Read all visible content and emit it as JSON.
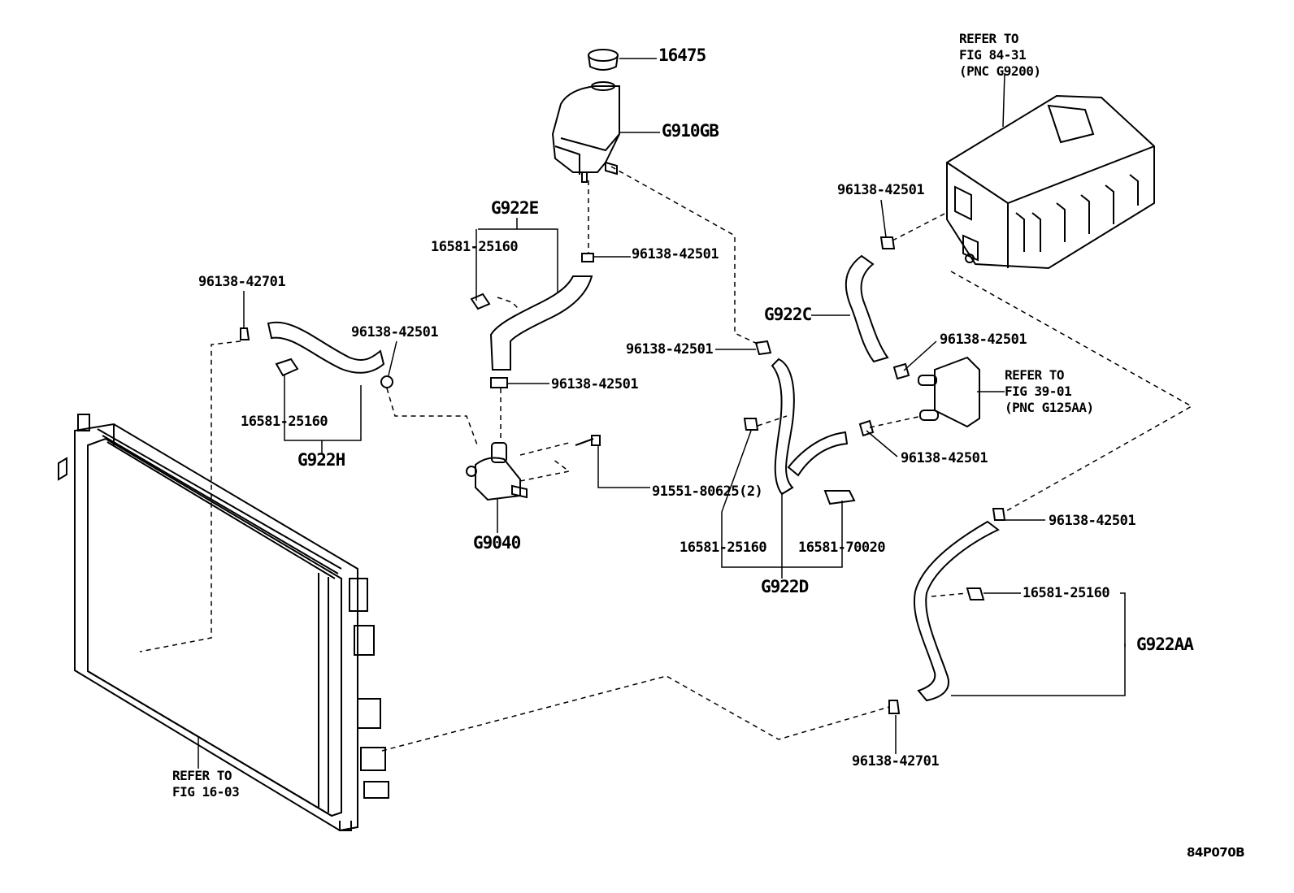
{
  "labels": {
    "l_16475": "16475",
    "l_g910gb": "G910GB",
    "l_g922e": "G922E",
    "l_16581_a": "16581-25160",
    "l_96138_a": "96138-42501",
    "l_96138_42701_a": "96138-42701",
    "l_96138_b": "96138-42501",
    "l_16581_b": "16581-25160",
    "l_g922h": "G922H",
    "l_96138_c": "96138-42501",
    "l_91551": "91551-80625(2)",
    "l_g9040": "G9040",
    "l_96138_d": "96138-42501",
    "l_96138_e": "96138-42501",
    "l_g922c": "G922C",
    "l_96138_f": "96138-42501",
    "l_96138_g": "96138-42501",
    "l_16581_c": "16581-25160",
    "l_16581_70020": "16581-70020",
    "l_g922d": "G922D",
    "l_96138_h": "96138-42501",
    "l_16581_d": "16581-25160",
    "l_g922aa": "G922AA",
    "l_96138_42701_b": "96138-42701",
    "ref_inverter": "REFER TO\nFIG 84-31\n(PNC G9200)",
    "ref_fig39": "REFER TO\nFIG 39-01\n(PNC G125AA)",
    "ref_fig16": "REFER TO\nFIG 16-03",
    "diagram_code": "84P070B"
  },
  "icons": [
    "radiator-icon",
    "inverter-icon",
    "reservoir-tank-icon",
    "radiator-cap-icon",
    "water-pump-icon",
    "hose-icon",
    "hose-clamp-icon",
    "bolt-icon",
    "cooler-bracket-icon"
  ]
}
